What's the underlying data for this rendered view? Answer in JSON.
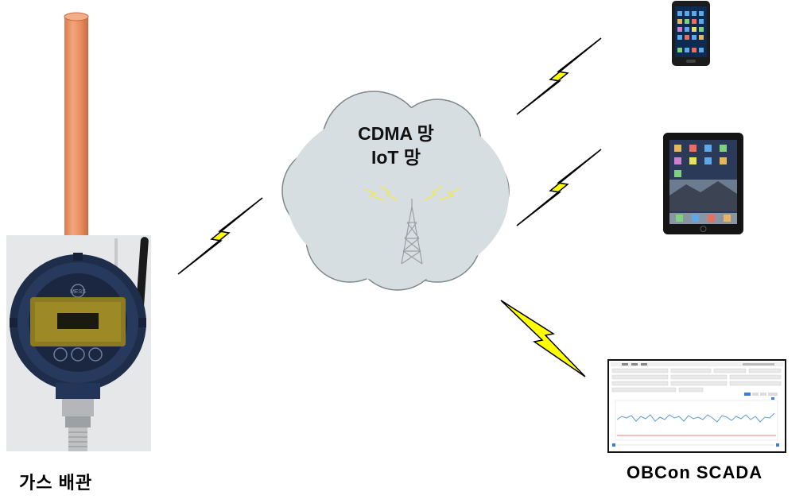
{
  "network": {
    "line1": "CDMA 망",
    "line2": "IoT 망"
  },
  "labels": {
    "left": "가스 배관",
    "right": "OBCon SCADA"
  },
  "device": {
    "logo_text": "MESS"
  },
  "icons": {
    "tower": "cell-tower-icon",
    "bolt": "lightning-bolt-icon",
    "phone": "smartphone-icon",
    "tablet": "tablet-icon",
    "monitor": "scada-screen-icon"
  },
  "colors": {
    "pipe": "#E8956A",
    "cloud": "#D7DEE2",
    "bolt": "#FFFF00",
    "device_body": "#1F3050",
    "display": "#8C7A22"
  }
}
